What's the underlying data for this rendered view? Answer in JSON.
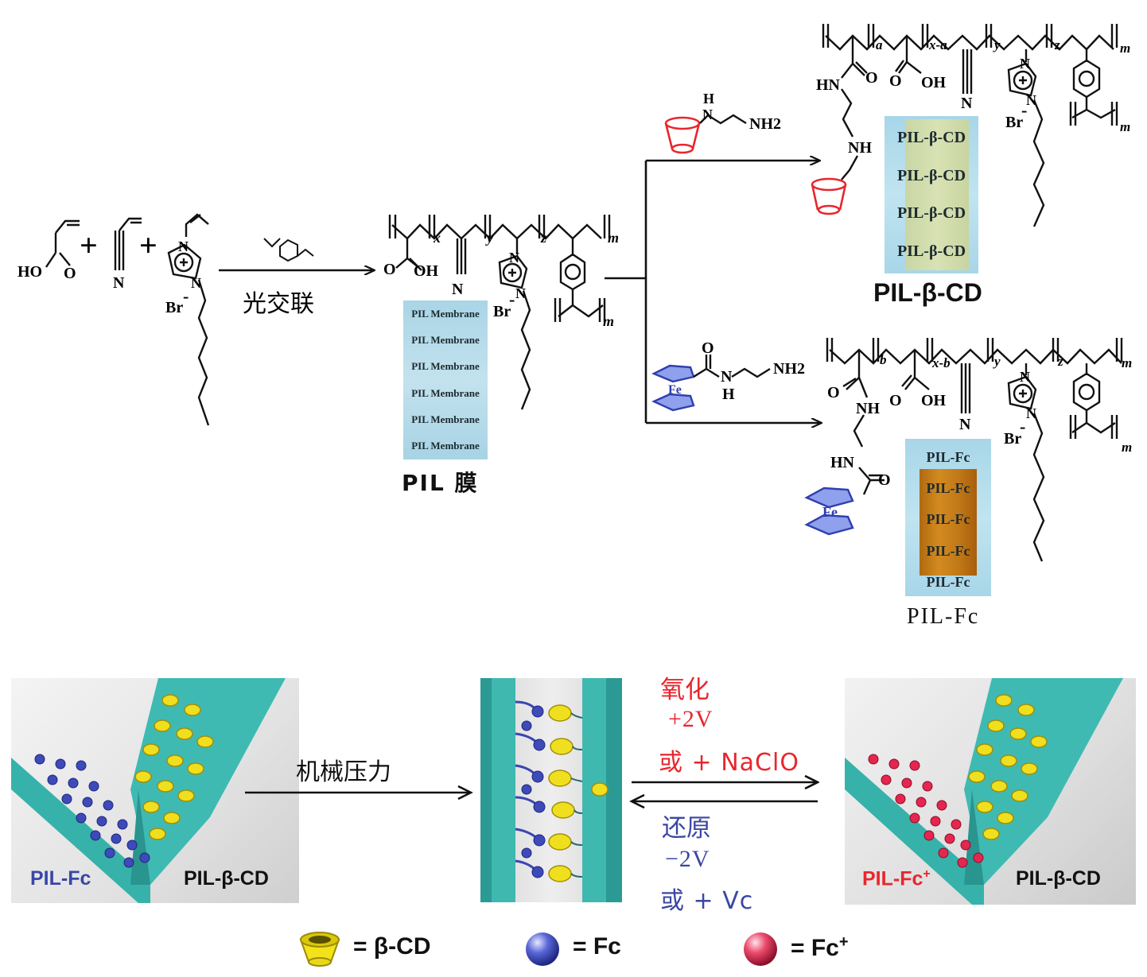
{
  "top": {
    "reactants": {
      "acid": {
        "oh": "HO",
        "o": "O"
      },
      "nitrile": {
        "n": "N"
      },
      "il": {
        "n1": "N",
        "n3": "N",
        "plus": "+",
        "anion": "Br"
      }
    },
    "crosslink_label": "光交联",
    "pil": {
      "subs": [
        "x",
        "y",
        "z",
        "m",
        "m"
      ],
      "cooh": {
        "o": "O",
        "oh": "OH"
      },
      "cn": "N",
      "im": {
        "n1": "N",
        "n3": "N",
        "anion": "Br"
      },
      "film_labels": [
        "PIL Membrane",
        "PIL Membrane",
        "PIL Membrane",
        "PIL Membrane",
        "PIL Membrane",
        "PIL Membrane"
      ],
      "caption": "PIL 膜"
    },
    "cd_reagent": {
      "h": "H",
      "n": "N",
      "nh2": "NH2"
    },
    "pil_cd": {
      "subs": [
        "a",
        "x-a",
        "y",
        "z",
        "m",
        "m"
      ],
      "amide": {
        "hn": "HN",
        "o": "O"
      },
      "cooh": {
        "o": "O",
        "oh": "OH"
      },
      "cn": "N",
      "nh": "NH",
      "im": {
        "n1": "N",
        "n3": "N",
        "anion": "Br"
      },
      "film_labels": [
        "PIL-β-CD",
        "PIL-β-CD",
        "PIL-β-CD",
        "PIL-β-CD"
      ],
      "caption": "PIL-β-CD"
    },
    "fc_reagent": {
      "o": "O",
      "n": "N",
      "h": "H",
      "nh2": "NH2",
      "fe": "Fe"
    },
    "pil_fc": {
      "subs": [
        "b",
        "x-b",
        "y",
        "z",
        "m",
        "m"
      ],
      "amide": {
        "o": "O",
        "nh": "NH"
      },
      "cooh": {
        "o": "O",
        "oh": "OH"
      },
      "cn": "N",
      "hn": "HN",
      "o2": "O",
      "fe": "Fe",
      "im": {
        "n1": "N",
        "n3": "N",
        "anion": "Br"
      },
      "film_labels": [
        "PIL-Fc",
        "PIL-Fc",
        "PIL-Fc",
        "PIL-Fc",
        "PIL-Fc"
      ],
      "caption": "PIL-Fc"
    }
  },
  "bottom": {
    "panel_left": {
      "label_fc": "PIL-Fc",
      "label_cd": "PIL-β-CD"
    },
    "mech_label": "机械压力",
    "oxidation": [
      "氧化",
      "+2V",
      "或 + NaClO"
    ],
    "reduction": [
      "还原",
      "−2V",
      "或 + Vc"
    ],
    "panel_right": {
      "label_fc": "PIL-Fc",
      "label_fc_sup": "+",
      "label_cd": "PIL-β-CD"
    }
  },
  "legend": [
    {
      "icon": "beta-cd-cup-icon",
      "text": "= β-CD",
      "sup": ""
    },
    {
      "icon": "fc-sphere-icon",
      "text": "= Fc",
      "sup": ""
    },
    {
      "icon": "fc-plus-sphere-icon",
      "text": "= Fc",
      "sup": "+"
    }
  ],
  "colors": {
    "cd_red": "#e8262e",
    "fc_blue": "#3340a8",
    "oxidation_red": "#e8262e",
    "reduction_blue": "#3b47a3",
    "membrane_teal": "#3fb8b0",
    "fc_plus_pink": "#e5264f",
    "cd_yellow": "#f2e21a"
  }
}
